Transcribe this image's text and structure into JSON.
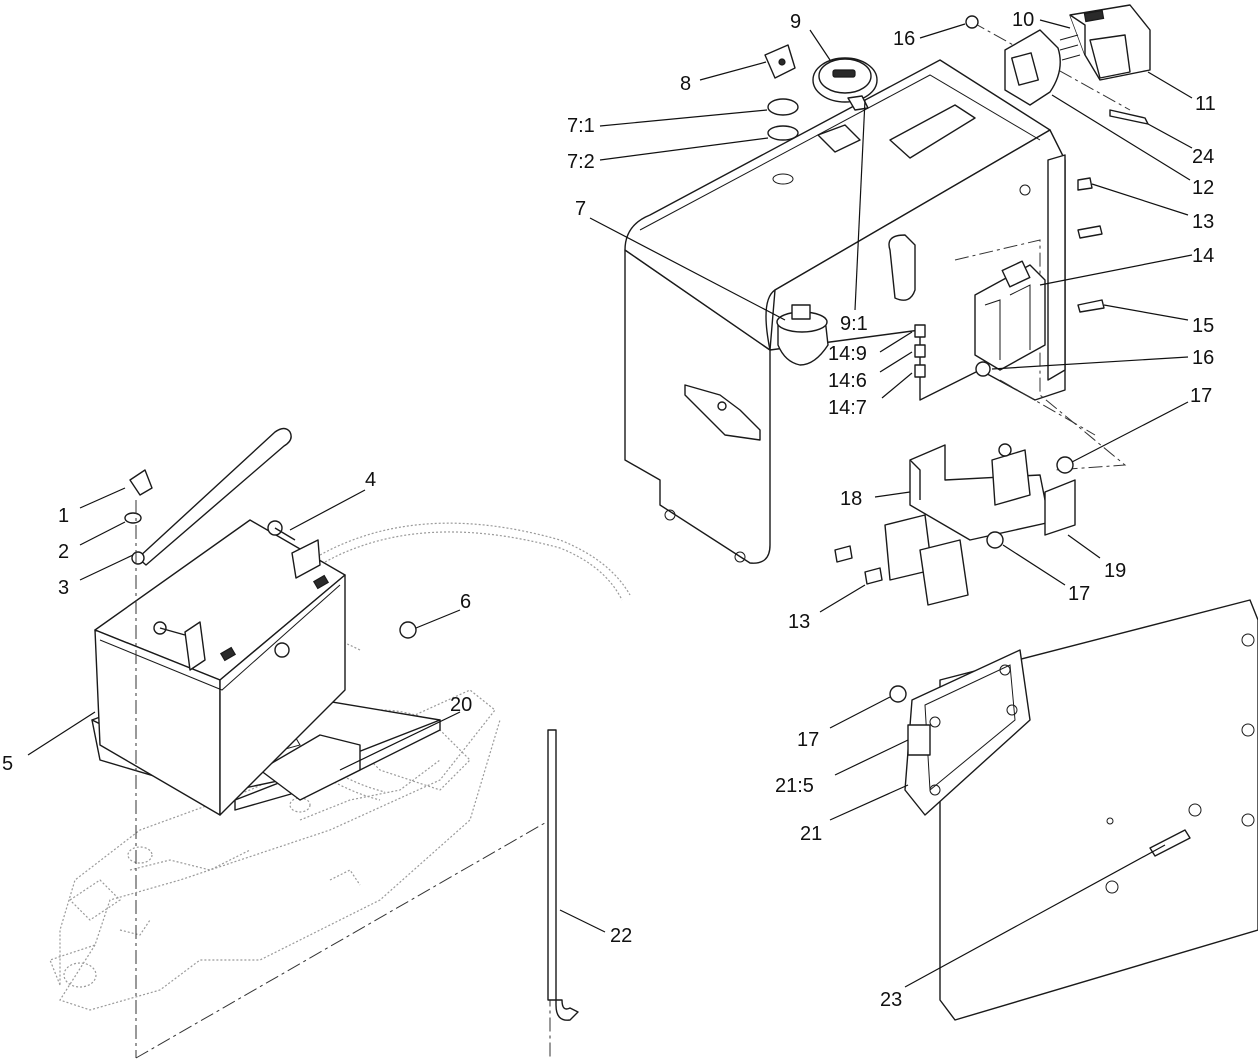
{
  "callouts": [
    {
      "id": "c1",
      "text": "1"
    },
    {
      "id": "c2",
      "text": "2"
    },
    {
      "id": "c3",
      "text": "3"
    },
    {
      "id": "c4",
      "text": "4"
    },
    {
      "id": "c5",
      "text": "5"
    },
    {
      "id": "c6",
      "text": "6"
    },
    {
      "id": "c7",
      "text": "7"
    },
    {
      "id": "c7_1",
      "text": "7:1"
    },
    {
      "id": "c7_2",
      "text": "7:2"
    },
    {
      "id": "c8",
      "text": "8"
    },
    {
      "id": "c9",
      "text": "9"
    },
    {
      "id": "c9_1",
      "text": "9:1"
    },
    {
      "id": "c10",
      "text": "10"
    },
    {
      "id": "c11",
      "text": "11"
    },
    {
      "id": "c12",
      "text": "12"
    },
    {
      "id": "c13a",
      "text": "13"
    },
    {
      "id": "c13b",
      "text": "13"
    },
    {
      "id": "c14",
      "text": "14"
    },
    {
      "id": "c14_9",
      "text": "14:9"
    },
    {
      "id": "c14_6",
      "text": "14:6"
    },
    {
      "id": "c14_7",
      "text": "14:7"
    },
    {
      "id": "c15",
      "text": "15"
    },
    {
      "id": "c16a",
      "text": "16"
    },
    {
      "id": "c16b",
      "text": "16"
    },
    {
      "id": "c17a",
      "text": "17"
    },
    {
      "id": "c17b",
      "text": "17"
    },
    {
      "id": "c17c",
      "text": "17"
    },
    {
      "id": "c18",
      "text": "18"
    },
    {
      "id": "c19",
      "text": "19"
    },
    {
      "id": "c20",
      "text": "20"
    },
    {
      "id": "c21",
      "text": "21"
    },
    {
      "id": "c21_5",
      "text": "21:5"
    },
    {
      "id": "c22",
      "text": "22"
    },
    {
      "id": "c23",
      "text": "23"
    },
    {
      "id": "c24",
      "text": "24"
    }
  ]
}
